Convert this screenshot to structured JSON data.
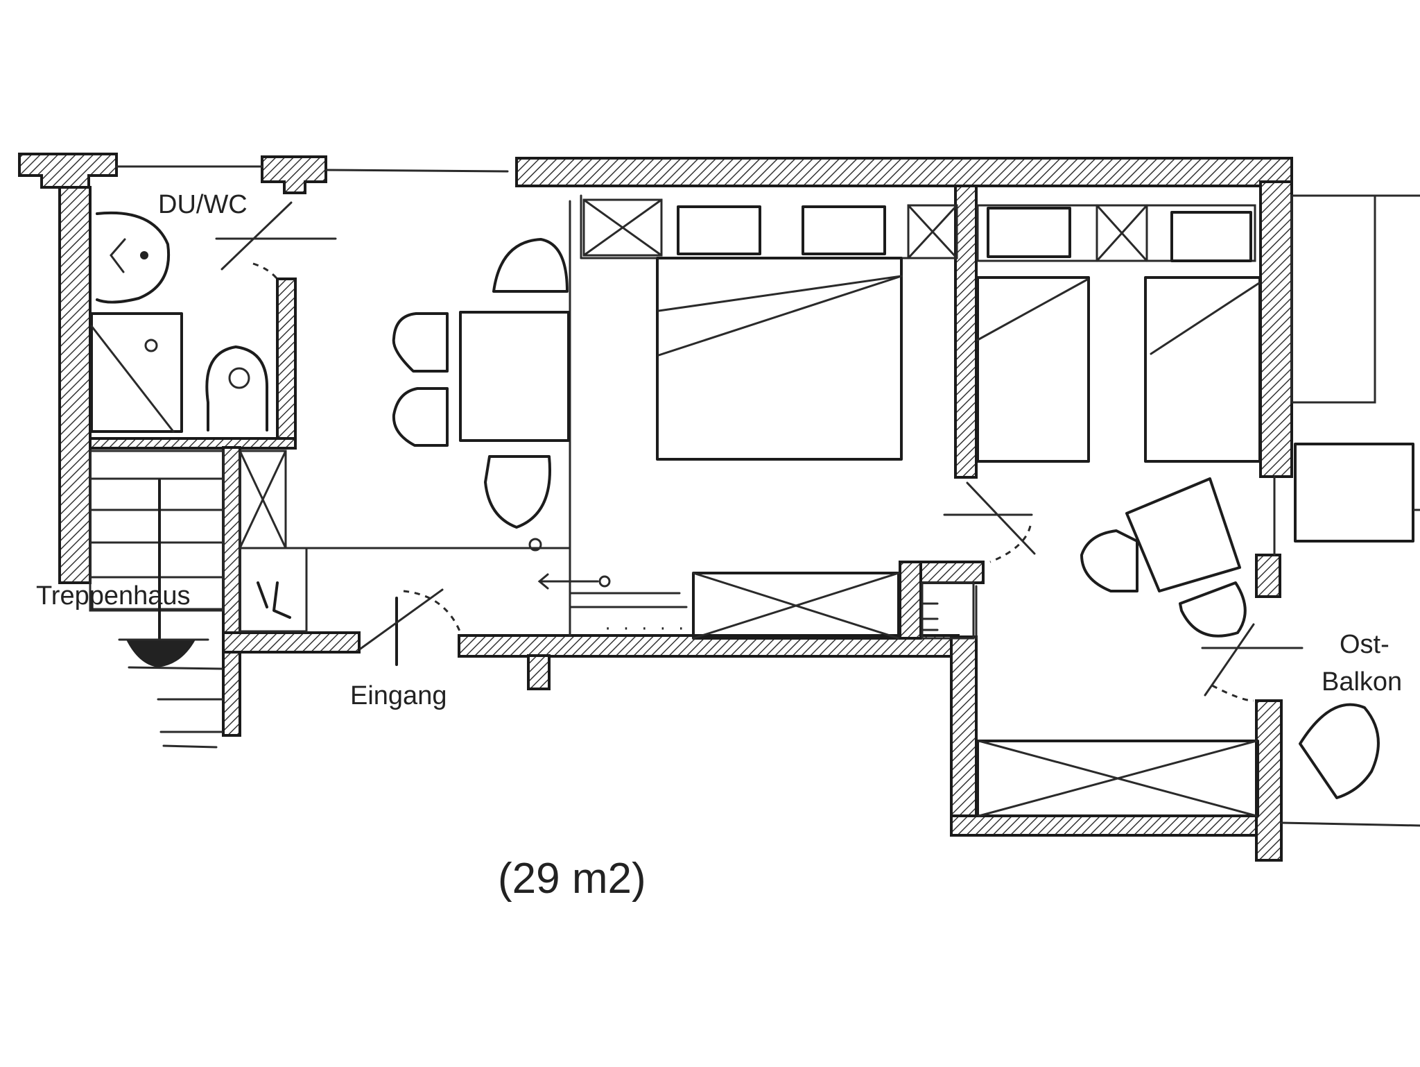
{
  "labels": {
    "bathroom": "DU/WC",
    "staircase": "Treppenhaus",
    "entrance": "Eingang",
    "balcony_line1": "Ost-",
    "balcony_line2": "Balkon",
    "area": "(29 m2)"
  }
}
